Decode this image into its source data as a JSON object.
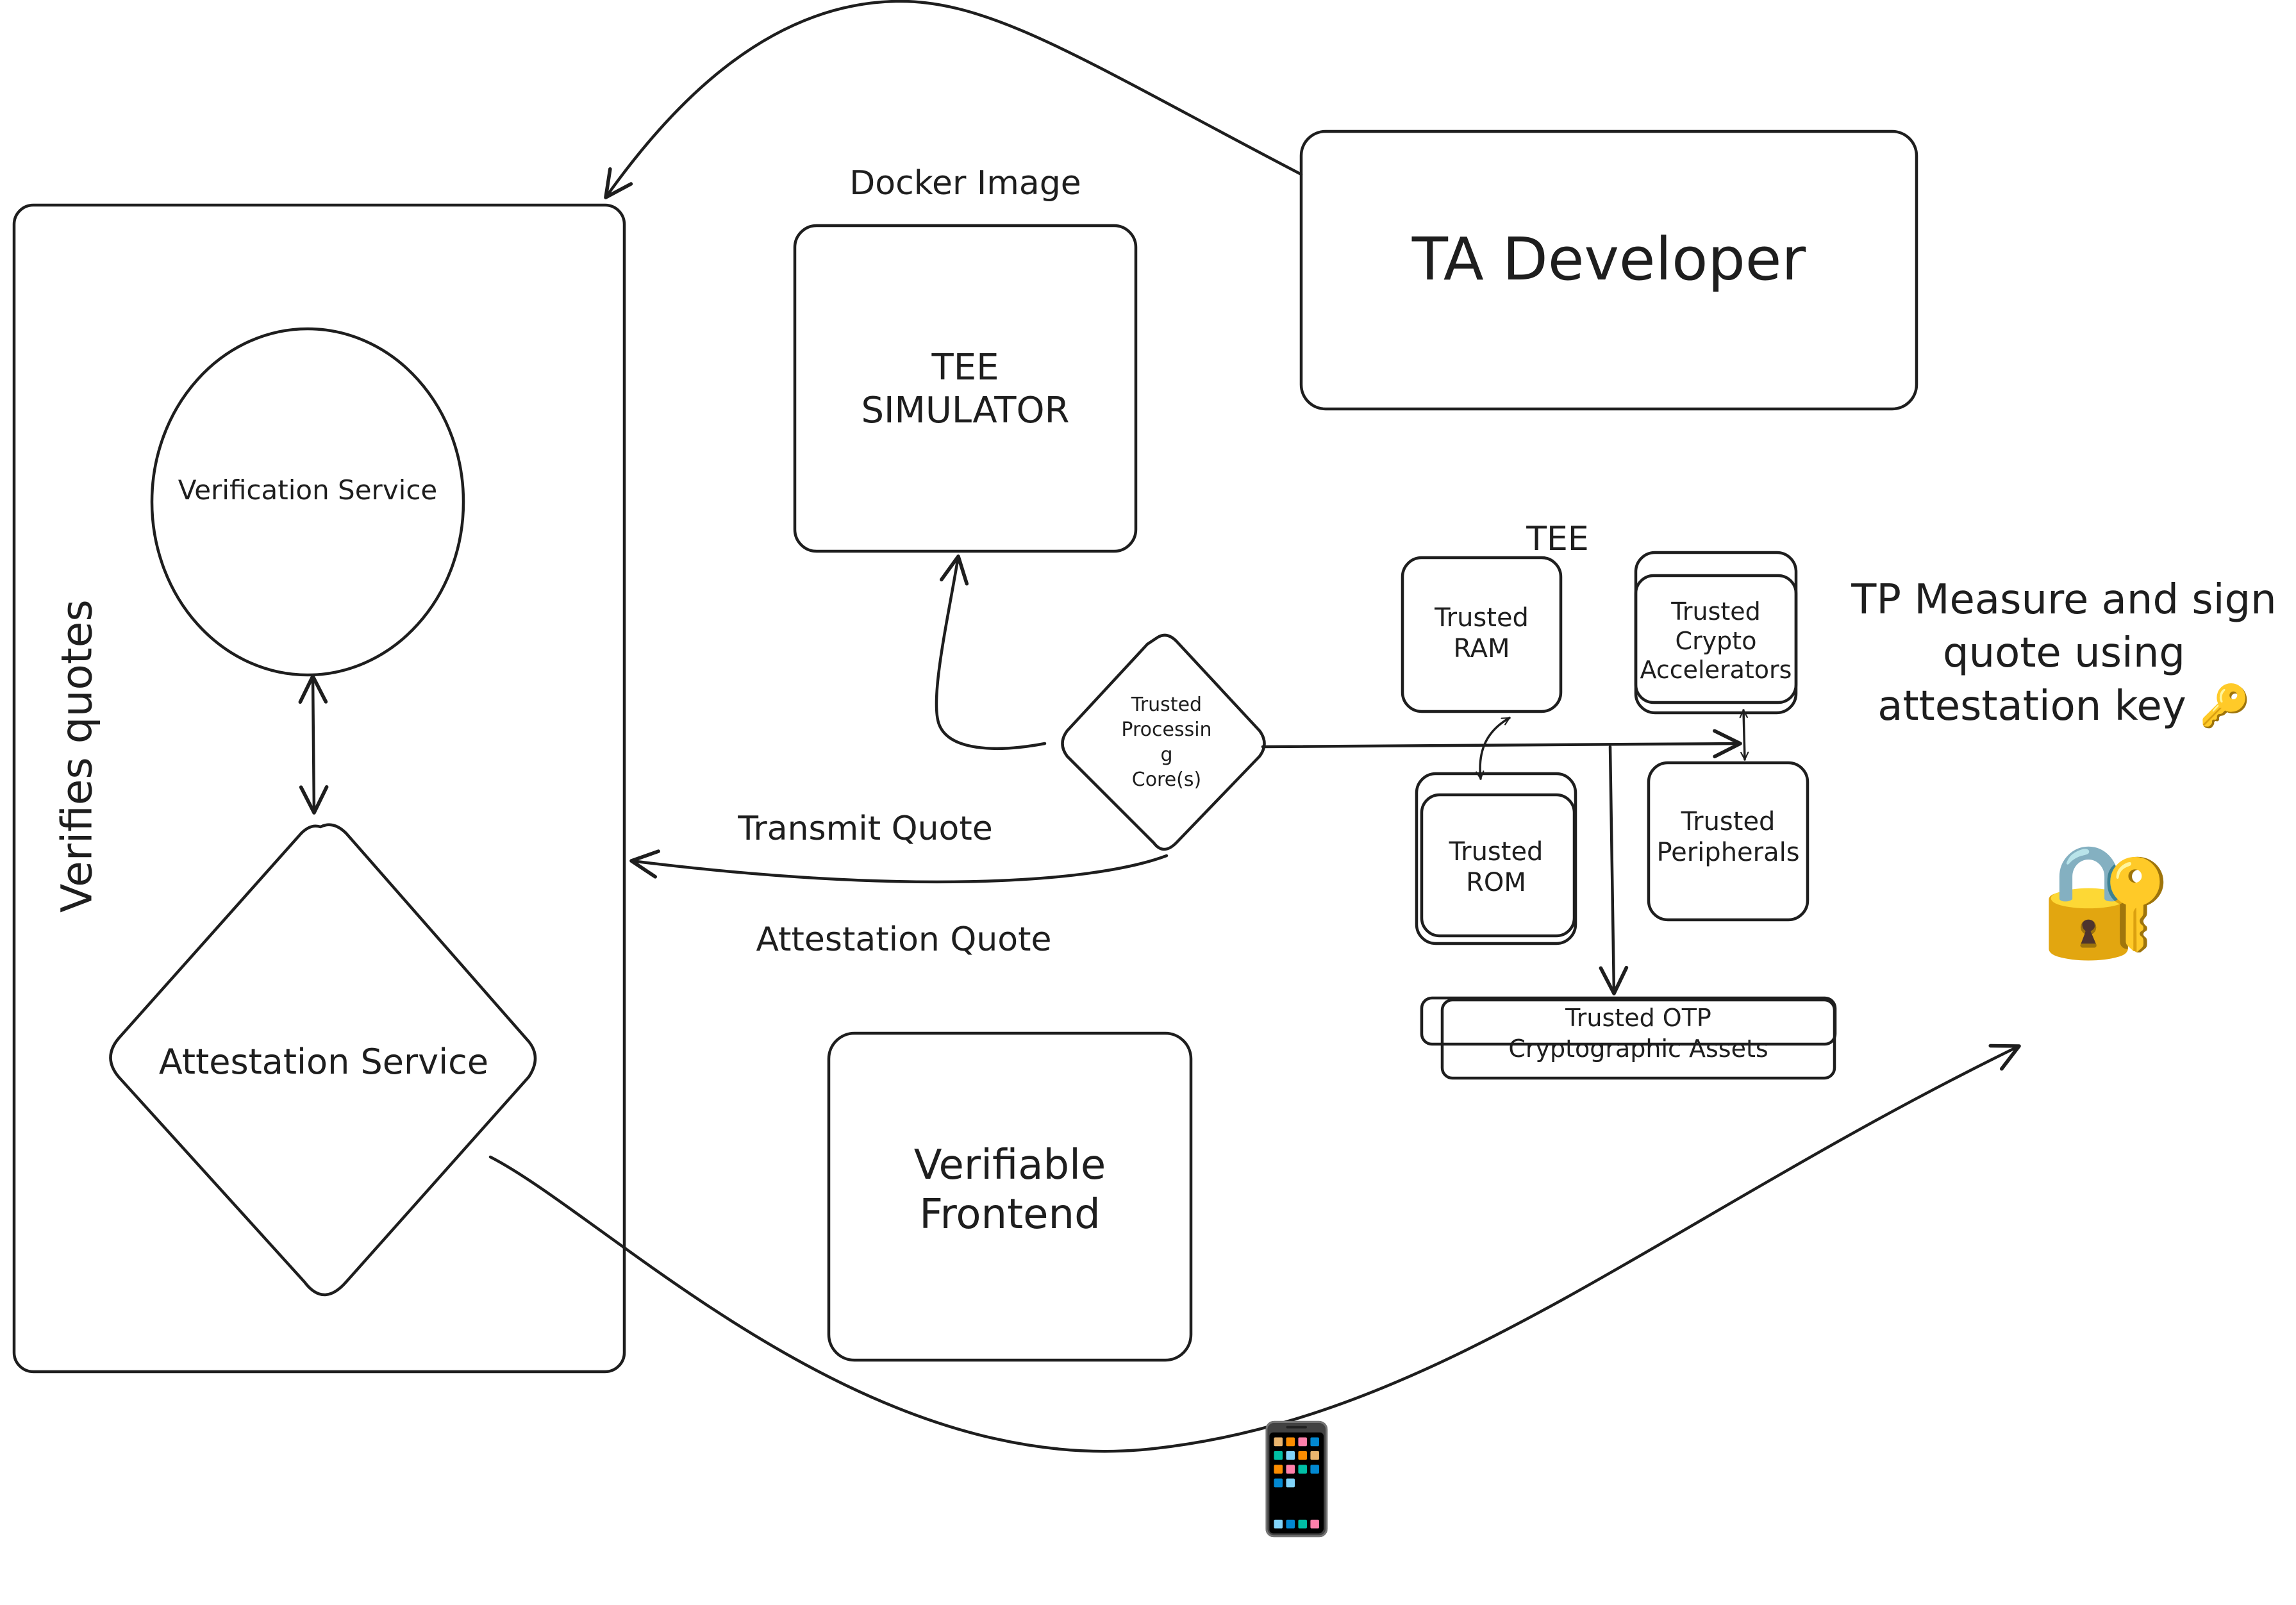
{
  "nodes": {
    "ta_developer": "TA Developer",
    "docker_image_caption": "Docker Image",
    "tee_simulator": "TEE\nSIMULATOR",
    "verifies_quotes": "Verifies quotes",
    "verification_service": "Verification Service",
    "attestation_service": "Attestation Service",
    "trusted_processing_cores": "Trusted\nProcessin\ng\nCore(s)",
    "tee_caption": "TEE",
    "trusted_ram": "Trusted\nRAM",
    "trusted_crypto_accelerators": "Trusted\nCrypto\nAccelerators",
    "trusted_rom": "Trusted\nROM",
    "trusted_peripherals": "Trusted\nPeripherals",
    "trusted_otp": "Trusted OTP\nCryptographic Assets",
    "verifiable_frontend": "Verifiable\nFrontend"
  },
  "edges": {
    "transmit_quote": "Transmit Quote",
    "attestation_quote": "Attestation Quote"
  },
  "annotations": {
    "tp_measure": "TP Measure and sign\nquote using\nattestation key 🔑"
  },
  "icons": {
    "lock_with_key": "🔐",
    "mobile_phone": "📱"
  },
  "colors": {
    "stroke": "#1e1e1e",
    "background": "#ffffff"
  }
}
